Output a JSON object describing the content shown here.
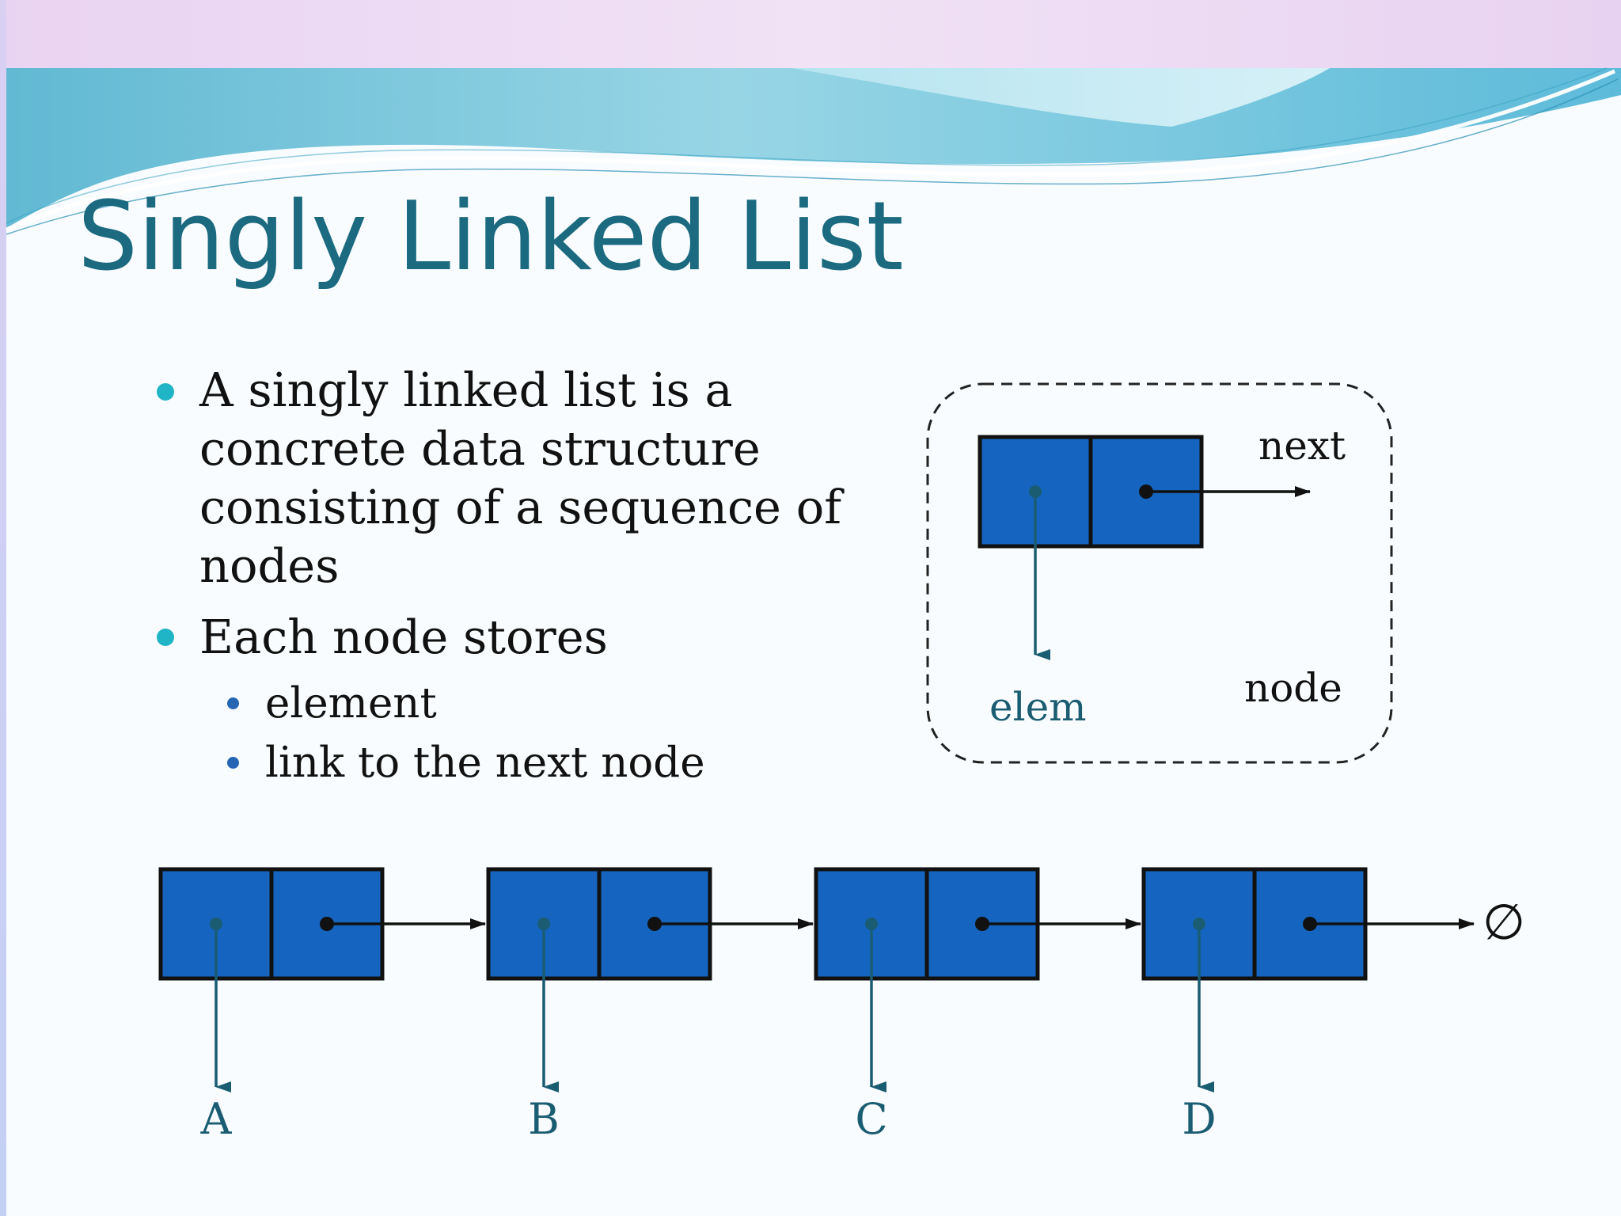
{
  "slide": {
    "title": "Singly Linked List",
    "bullets": [
      {
        "level": 1,
        "lines": [
          "A singly linked list is a",
          "concrete data structure",
          "consisting of a sequence of",
          "nodes"
        ]
      },
      {
        "level": 1,
        "lines": [
          "Each node stores"
        ]
      },
      {
        "level": 2,
        "lines": [
          "element"
        ]
      },
      {
        "level": 2,
        "lines": [
          "link to the next node"
        ]
      }
    ]
  },
  "node_legend": {
    "next_label": "next",
    "elem_label": "elem",
    "node_label": "node"
  },
  "list_diagram": {
    "elements": [
      "A",
      "B",
      "C",
      "D"
    ],
    "null_symbol": "∅"
  },
  "colors": {
    "node_fill": "#1565c0",
    "node_border": "#111111",
    "element_pointer": "#1a5c72",
    "title": "#1b6a80",
    "bullet_l1": "#1fb5c6",
    "bullet_l2": "#2565b4"
  }
}
